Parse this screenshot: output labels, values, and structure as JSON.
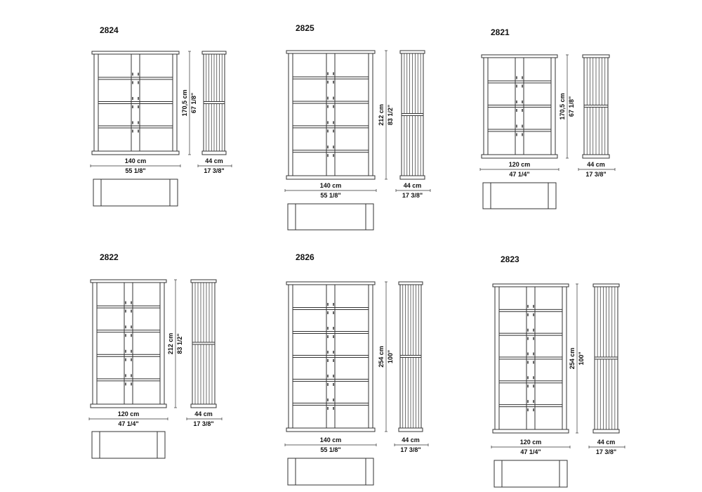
{
  "units": [
    {
      "model": "2824",
      "compartments": 4,
      "width_cm": "140 cm",
      "width_in": "55 1/8\"",
      "height_cm": "170,5 cm",
      "height_in": "67 1/8\"",
      "depth_cm": "44 cm",
      "depth_in": "17 3/8\""
    },
    {
      "model": "2825",
      "compartments": 5,
      "width_cm": "140 cm",
      "width_in": "55 1/8\"",
      "height_cm": "212 cm",
      "height_in": "83 1/2\"",
      "depth_cm": "44 cm",
      "depth_in": "17 3/8\""
    },
    {
      "model": "2821",
      "compartments": 4,
      "width_cm": "120 cm",
      "width_in": "47 1/4\"",
      "height_cm": "170,5 cm",
      "height_in": "67 1/8\"",
      "depth_cm": "44 cm",
      "depth_in": "17 3/8\""
    },
    {
      "model": "2822",
      "compartments": 5,
      "width_cm": "120 cm",
      "width_in": "47 1/4\"",
      "height_cm": "212 cm",
      "height_in": "83 1/2\"",
      "depth_cm": "44 cm",
      "depth_in": "17 3/8\""
    },
    {
      "model": "2826",
      "compartments": 6,
      "width_cm": "140 cm",
      "width_in": "55 1/8\"",
      "height_cm": "254 cm",
      "height_in": "100\"",
      "depth_cm": "44 cm",
      "depth_in": "17 3/8\""
    },
    {
      "model": "2823",
      "compartments": 6,
      "width_cm": "120 cm",
      "width_in": "47 1/4\"",
      "height_cm": "254 cm",
      "height_in": "100\"",
      "depth_cm": "44 cm",
      "depth_in": "17 3/8\""
    }
  ]
}
